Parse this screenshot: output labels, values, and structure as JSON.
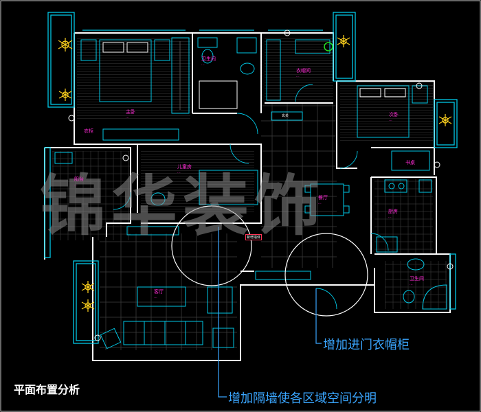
{
  "rooms": [
    {
      "name": "主卧",
      "area": "..."
    },
    {
      "name": "卫生间",
      "area": "..."
    },
    {
      "name": "衣帽间",
      "area": "..."
    },
    {
      "name": "次卧",
      "area": "..."
    },
    {
      "name": "阳台",
      "area": "..."
    },
    {
      "name": "儿童房",
      "area": "..."
    },
    {
      "name": "餐厅",
      "area": "..."
    },
    {
      "name": "厨房",
      "area": "..."
    },
    {
      "name": "卫生间",
      "area": "..."
    },
    {
      "name": "客厅",
      "area": "..."
    }
  ],
  "small_labels": {
    "wardrobe": "衣柜",
    "desk": "书桌",
    "door_tag": "新增墙体",
    "hall": "玄关"
  },
  "watermark_text": "锦华装饰",
  "callouts": {
    "entry_wardrobe": "增加进门衣帽柜",
    "partition": "增加隔墙使各区域空间分明"
  },
  "caption": "平面布置分析",
  "colors": {
    "wall": "#ffffff",
    "line": "#00c8e6",
    "accent": "#3aa6ff",
    "label": "#ff2bd6",
    "furniture": "#e0e0e0",
    "plant": "#ffd21e"
  }
}
